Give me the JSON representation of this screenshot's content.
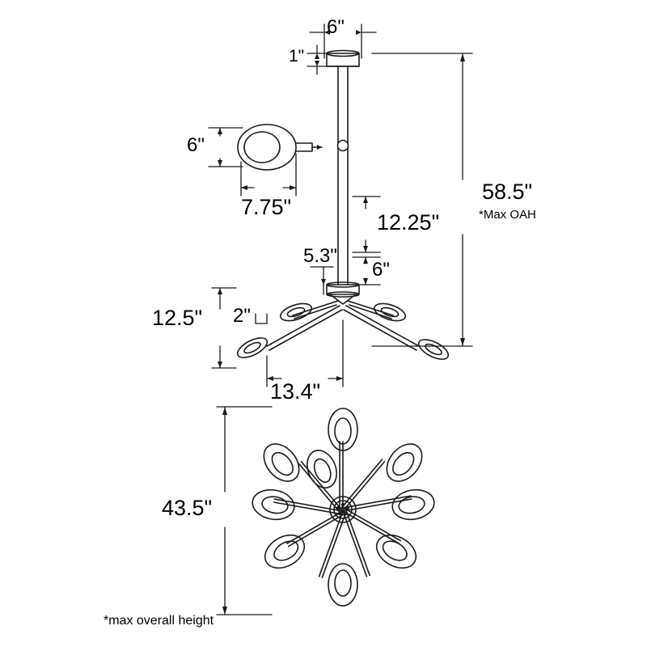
{
  "diagram": {
    "type": "technical-dimension-drawing",
    "subject": "multi-arm chandelier light fixture",
    "dimensions": {
      "canopy_diameter": "6\"",
      "canopy_height": "1\"",
      "shade_height": "6\"",
      "shade_width": "7.75\"",
      "max_oah": "58.5\"",
      "max_oah_note": "*Max OAH",
      "stem_upper": "12.25\"",
      "stem_lower": "6\"",
      "body_height": "5.3\"",
      "arm_drop": "12.5\"",
      "arm_detail": "2\"",
      "arm_spread": "13.4\"",
      "plan_diameter": "43.5\"",
      "footnote": "*max overall height"
    },
    "views": {
      "elevation": "front elevation with canopy, stem, body and six arms",
      "shade_detail": "enlarged shade/socket detail",
      "plan": "top plan view showing nine radial arms"
    },
    "style": {
      "line_color": "#1a1a1a",
      "fill_color": "#ffffff",
      "background": "#ffffff"
    }
  }
}
